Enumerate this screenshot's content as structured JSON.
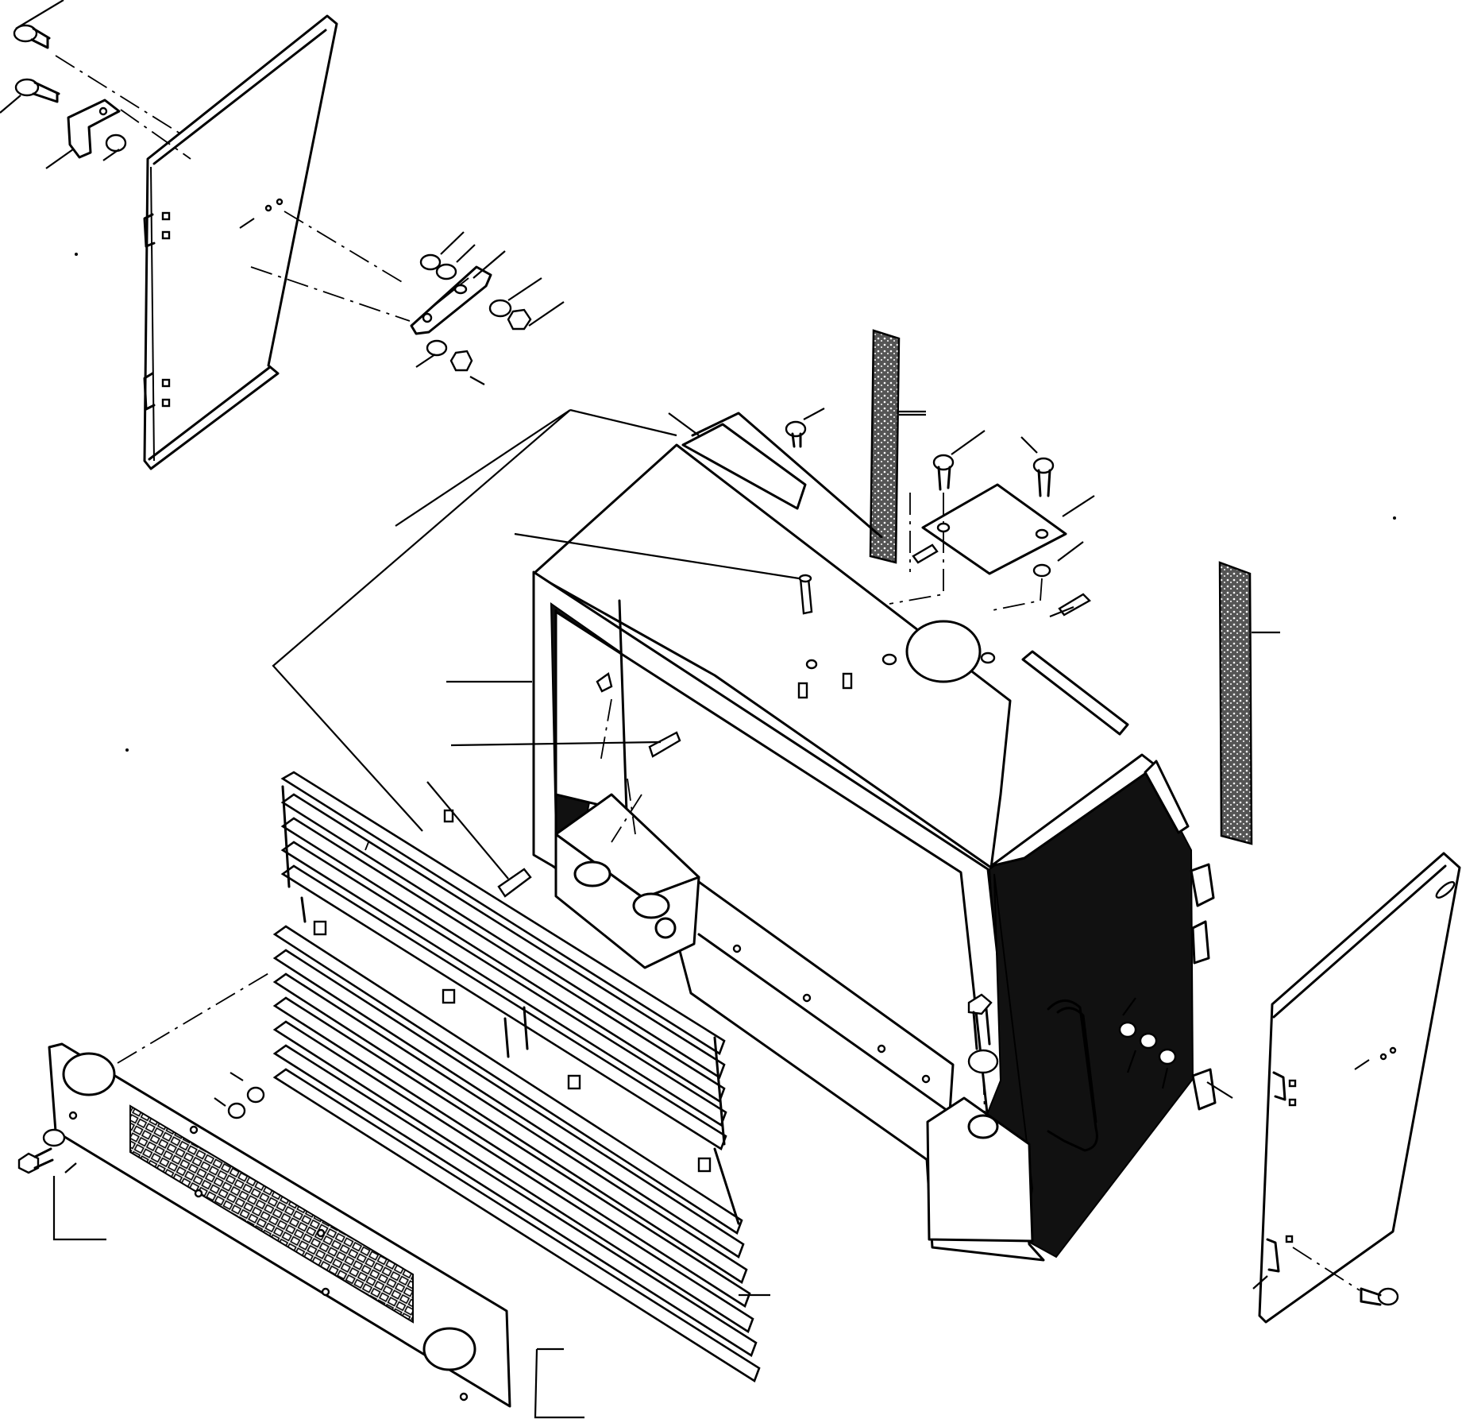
{
  "diagram": {
    "parts": [
      {
        "id": "left-side-panel",
        "icon": "flat-panel-icon"
      },
      {
        "id": "right-side-panel",
        "icon": "flat-panel-icon"
      },
      {
        "id": "radiator-guard-frame",
        "icon": "frame-housing-icon"
      },
      {
        "id": "front-grille",
        "icon": "louvered-grille-icon"
      },
      {
        "id": "bottom-grille-plate",
        "icon": "perforated-plate-icon"
      },
      {
        "id": "top-cover-plate",
        "icon": "cover-plate-icon"
      },
      {
        "id": "latch-assembly",
        "icon": "latch-icon"
      },
      {
        "id": "mounting-clip",
        "icon": "clip-icon"
      },
      {
        "id": "seal-strip-left",
        "icon": "seal-strip-icon"
      },
      {
        "id": "seal-strip-right",
        "icon": "seal-strip-icon"
      },
      {
        "id": "handle-rod",
        "icon": "handle-icon"
      },
      {
        "id": "fasteners",
        "icon": "bolt-icon"
      }
    ],
    "colors": {
      "line": "#000000",
      "background": "#ffffff",
      "shade": "#111111"
    }
  }
}
